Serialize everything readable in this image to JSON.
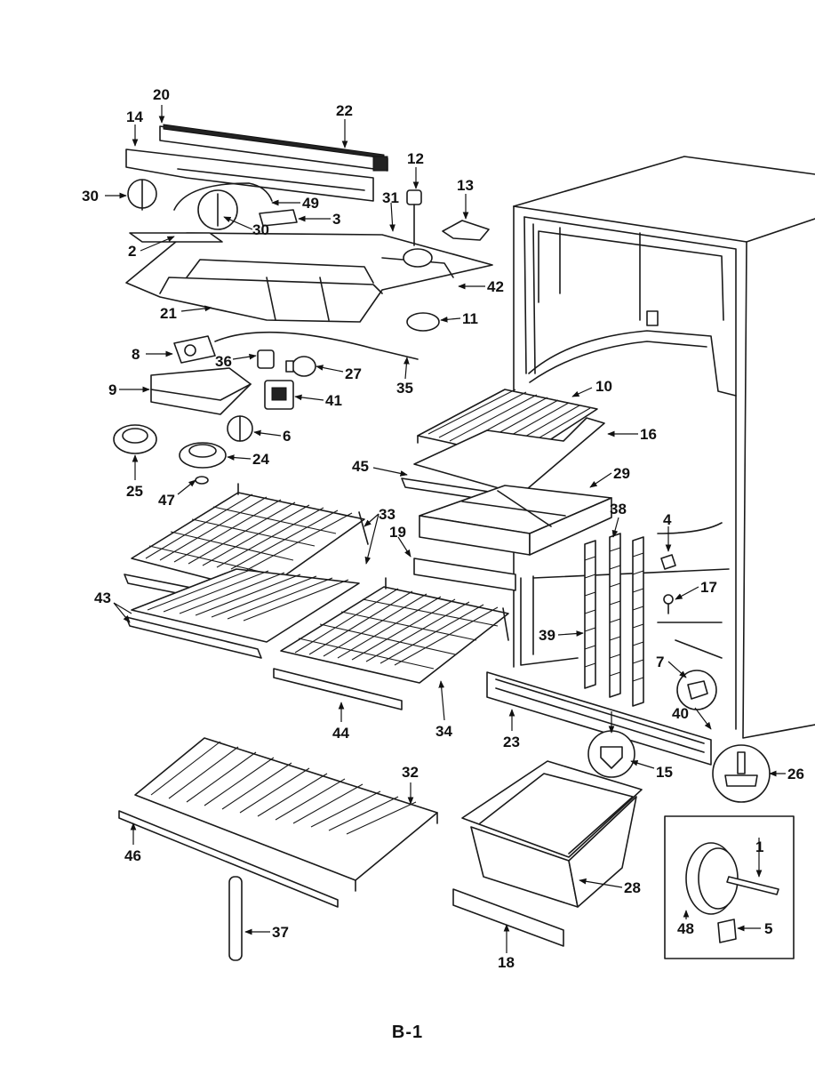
{
  "page_title": "B-1",
  "part_labels": [
    {
      "id": "p20",
      "text": "20"
    },
    {
      "id": "p22",
      "text": "22"
    },
    {
      "id": "p14",
      "text": "14"
    },
    {
      "id": "p12",
      "text": "12"
    },
    {
      "id": "p13",
      "text": "13"
    },
    {
      "id": "p30a",
      "text": "30"
    },
    {
      "id": "p49",
      "text": "49"
    },
    {
      "id": "p31",
      "text": "31"
    },
    {
      "id": "p3",
      "text": "3"
    },
    {
      "id": "p30b",
      "text": "30"
    },
    {
      "id": "p2",
      "text": "2"
    },
    {
      "id": "p42",
      "text": "42"
    },
    {
      "id": "p21",
      "text": "21"
    },
    {
      "id": "p11",
      "text": "11"
    },
    {
      "id": "p8",
      "text": "8"
    },
    {
      "id": "p36",
      "text": "36"
    },
    {
      "id": "p27",
      "text": "27"
    },
    {
      "id": "p35",
      "text": "35"
    },
    {
      "id": "p9",
      "text": "9"
    },
    {
      "id": "p41",
      "text": "41"
    },
    {
      "id": "p10",
      "text": "10"
    },
    {
      "id": "p16",
      "text": "16"
    },
    {
      "id": "p6",
      "text": "6"
    },
    {
      "id": "p24",
      "text": "24"
    },
    {
      "id": "p25",
      "text": "25"
    },
    {
      "id": "p45",
      "text": "45"
    },
    {
      "id": "p29",
      "text": "29"
    },
    {
      "id": "p47",
      "text": "47"
    },
    {
      "id": "p33",
      "text": "33"
    },
    {
      "id": "p38",
      "text": "38"
    },
    {
      "id": "p4",
      "text": "4"
    },
    {
      "id": "p19",
      "text": "19"
    },
    {
      "id": "p43",
      "text": "43"
    },
    {
      "id": "p17",
      "text": "17"
    },
    {
      "id": "p39",
      "text": "39"
    },
    {
      "id": "p7",
      "text": "7"
    },
    {
      "id": "p40",
      "text": "40"
    },
    {
      "id": "p44",
      "text": "44"
    },
    {
      "id": "p34",
      "text": "34"
    },
    {
      "id": "p23",
      "text": "23"
    },
    {
      "id": "p15",
      "text": "15"
    },
    {
      "id": "p26",
      "text": "26"
    },
    {
      "id": "p32",
      "text": "32"
    },
    {
      "id": "p46",
      "text": "46"
    },
    {
      "id": "p28",
      "text": "28"
    },
    {
      "id": "p1",
      "text": "1"
    },
    {
      "id": "p48",
      "text": "48"
    },
    {
      "id": "p5",
      "text": "5"
    },
    {
      "id": "p37",
      "text": "37"
    },
    {
      "id": "p18",
      "text": "18"
    }
  ]
}
